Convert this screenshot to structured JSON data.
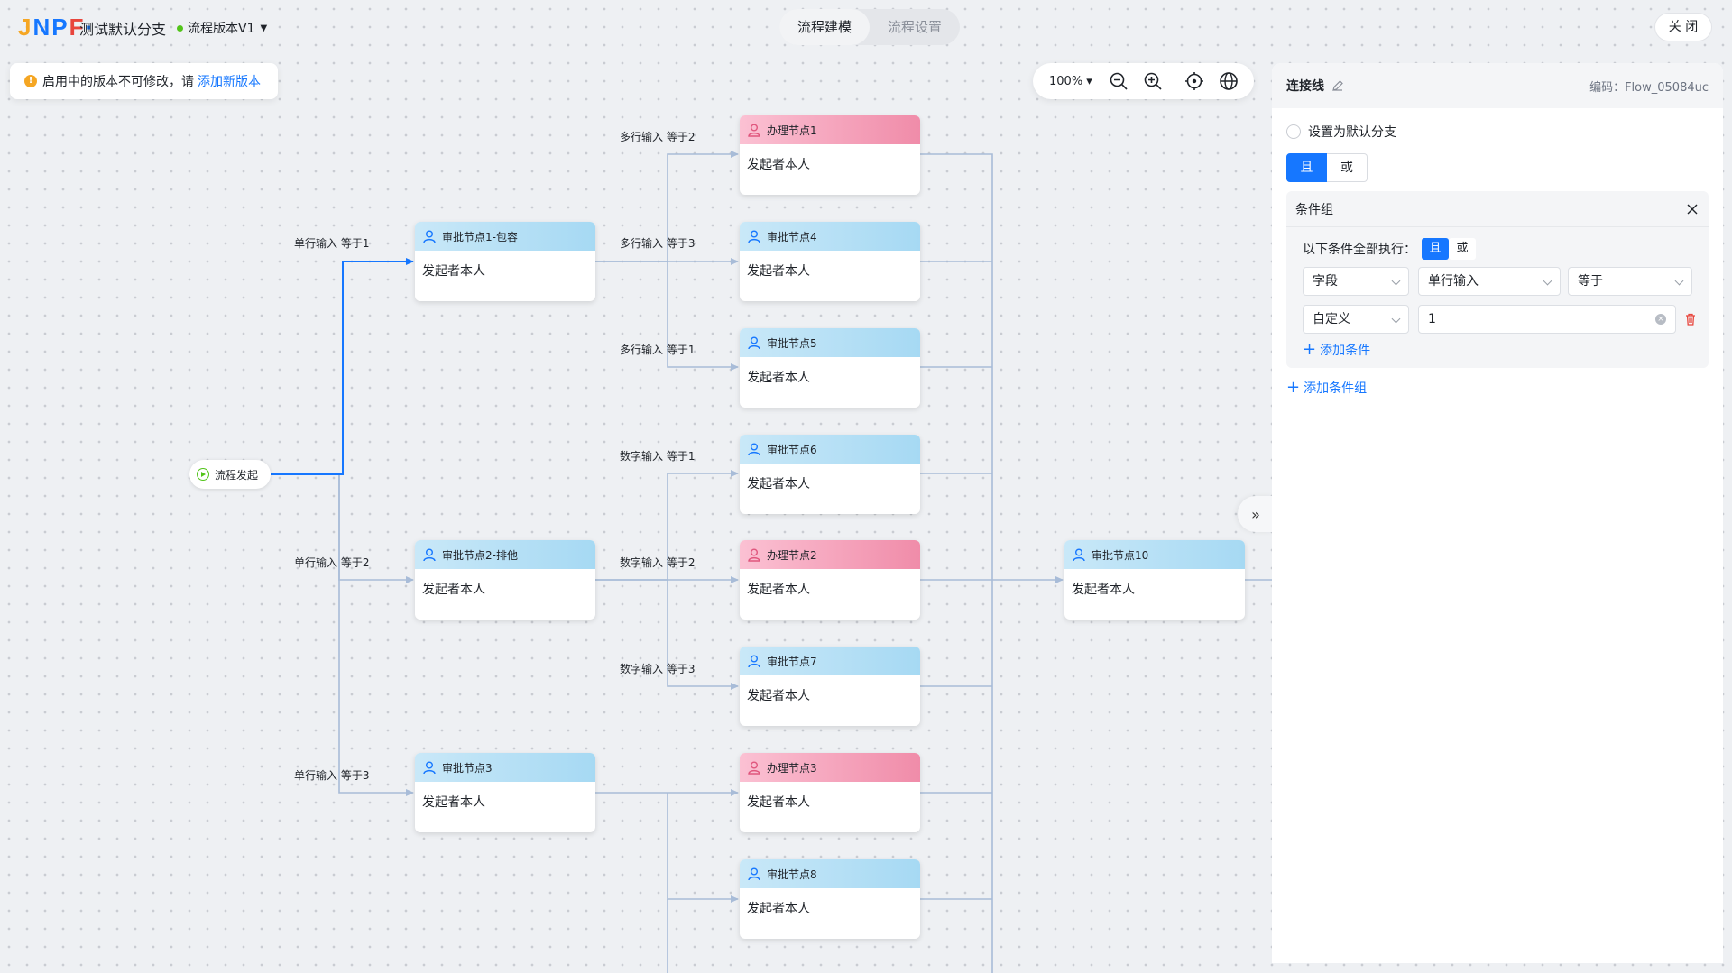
{
  "header": {
    "logo": [
      "J",
      "N",
      "P",
      "F",
      "·"
    ],
    "logo_colors": [
      "#f5a623",
      "#1677ff",
      "#1677ff",
      "#e8453c",
      "#1677ff"
    ],
    "title": "测试默认分支",
    "version": "流程版本V1",
    "tabs": [
      {
        "label": "流程建模",
        "active": true
      },
      {
        "label": "流程设置",
        "active": false
      }
    ],
    "close_label": "关 闭"
  },
  "warning": {
    "text": "启用中的版本不可修改，请",
    "link": "添加新版本"
  },
  "zoom": {
    "level": "100%"
  },
  "canvas": {
    "start_label": "流程发起",
    "nodes": [
      {
        "title": "审批节点1-包容",
        "type": "approve",
        "body": "发起者本人"
      },
      {
        "title": "审批节点2-排他",
        "type": "approve",
        "body": "发起者本人"
      },
      {
        "title": "审批节点3",
        "type": "approve",
        "body": "发起者本人"
      },
      {
        "title": "办理节点1",
        "type": "handle",
        "body": "发起者本人"
      },
      {
        "title": "审批节点4",
        "type": "approve",
        "body": "发起者本人"
      },
      {
        "title": "审批节点5",
        "type": "approve",
        "body": "发起者本人"
      },
      {
        "title": "审批节点6",
        "type": "approve",
        "body": "发起者本人"
      },
      {
        "title": "办理节点2",
        "type": "handle",
        "body": "发起者本人"
      },
      {
        "title": "审批节点7",
        "type": "approve",
        "body": "发起者本人"
      },
      {
        "title": "办理节点3",
        "type": "handle",
        "body": "发起者本人"
      },
      {
        "title": "审批节点8",
        "type": "approve",
        "body": "发起者本人"
      },
      {
        "title": "审批节点10",
        "type": "approve",
        "body": "发起者本人"
      }
    ],
    "edge_labels": [
      "单行输入 等于1",
      "单行输入 等于2",
      "单行输入 等于3",
      "多行输入 等于2",
      "多行输入 等于3",
      "多行输入 等于1",
      "数字输入 等于1",
      "数字输入 等于2",
      "数字输入 等于3"
    ],
    "edge_color": "#a8bcd8",
    "active_edge_color": "#1677ff"
  },
  "panel": {
    "title": "连接线",
    "code": "编码：Flow_05084uc",
    "default_branch_label": "设置为默认分支",
    "logic": {
      "and": "且",
      "or": "或"
    },
    "group": {
      "title": "条件组",
      "exec_label": "以下条件全部执行：",
      "and": "且",
      "or": "或",
      "field_type": "字段",
      "field": "单行输入",
      "operator": "等于",
      "value_type": "自定义",
      "value": "1",
      "add_condition": "添加条件"
    },
    "add_group": "添加条件组"
  }
}
